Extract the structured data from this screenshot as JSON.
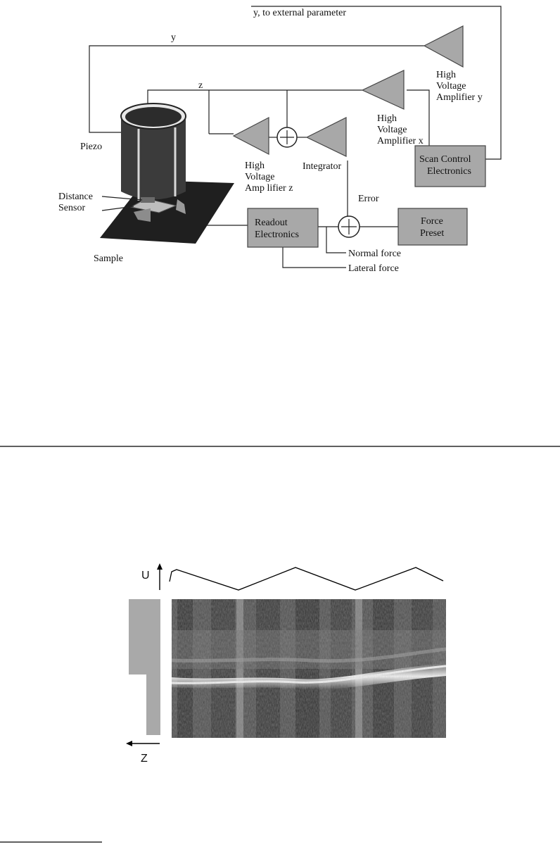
{
  "diagram": {
    "labels": {
      "y_external": "y, to external parameter",
      "y": "y",
      "z": "z",
      "piezo": "Piezo",
      "distance_sensor_1": "Distance",
      "distance_sensor_2": "Sensor",
      "sample": "Sample",
      "error": "Error",
      "normal_force": "Normal force",
      "lateral_force": "Lateral force",
      "integrator": "Integrator"
    },
    "amplifier_y": [
      "High",
      "Voltage",
      "Amplifier y"
    ],
    "amplifier_x": [
      "High",
      "Voltage",
      "Amplifier x"
    ],
    "amplifier_z": [
      "High",
      "Voltage",
      "Amp lifier z"
    ],
    "scan_control": [
      "Scan Control",
      "Electronics"
    ],
    "readout": [
      "Readout",
      "Electronics"
    ],
    "force_preset": [
      "Force",
      "Preset"
    ]
  },
  "measurement": {
    "u_label": "U",
    "z_label": "Z"
  }
}
